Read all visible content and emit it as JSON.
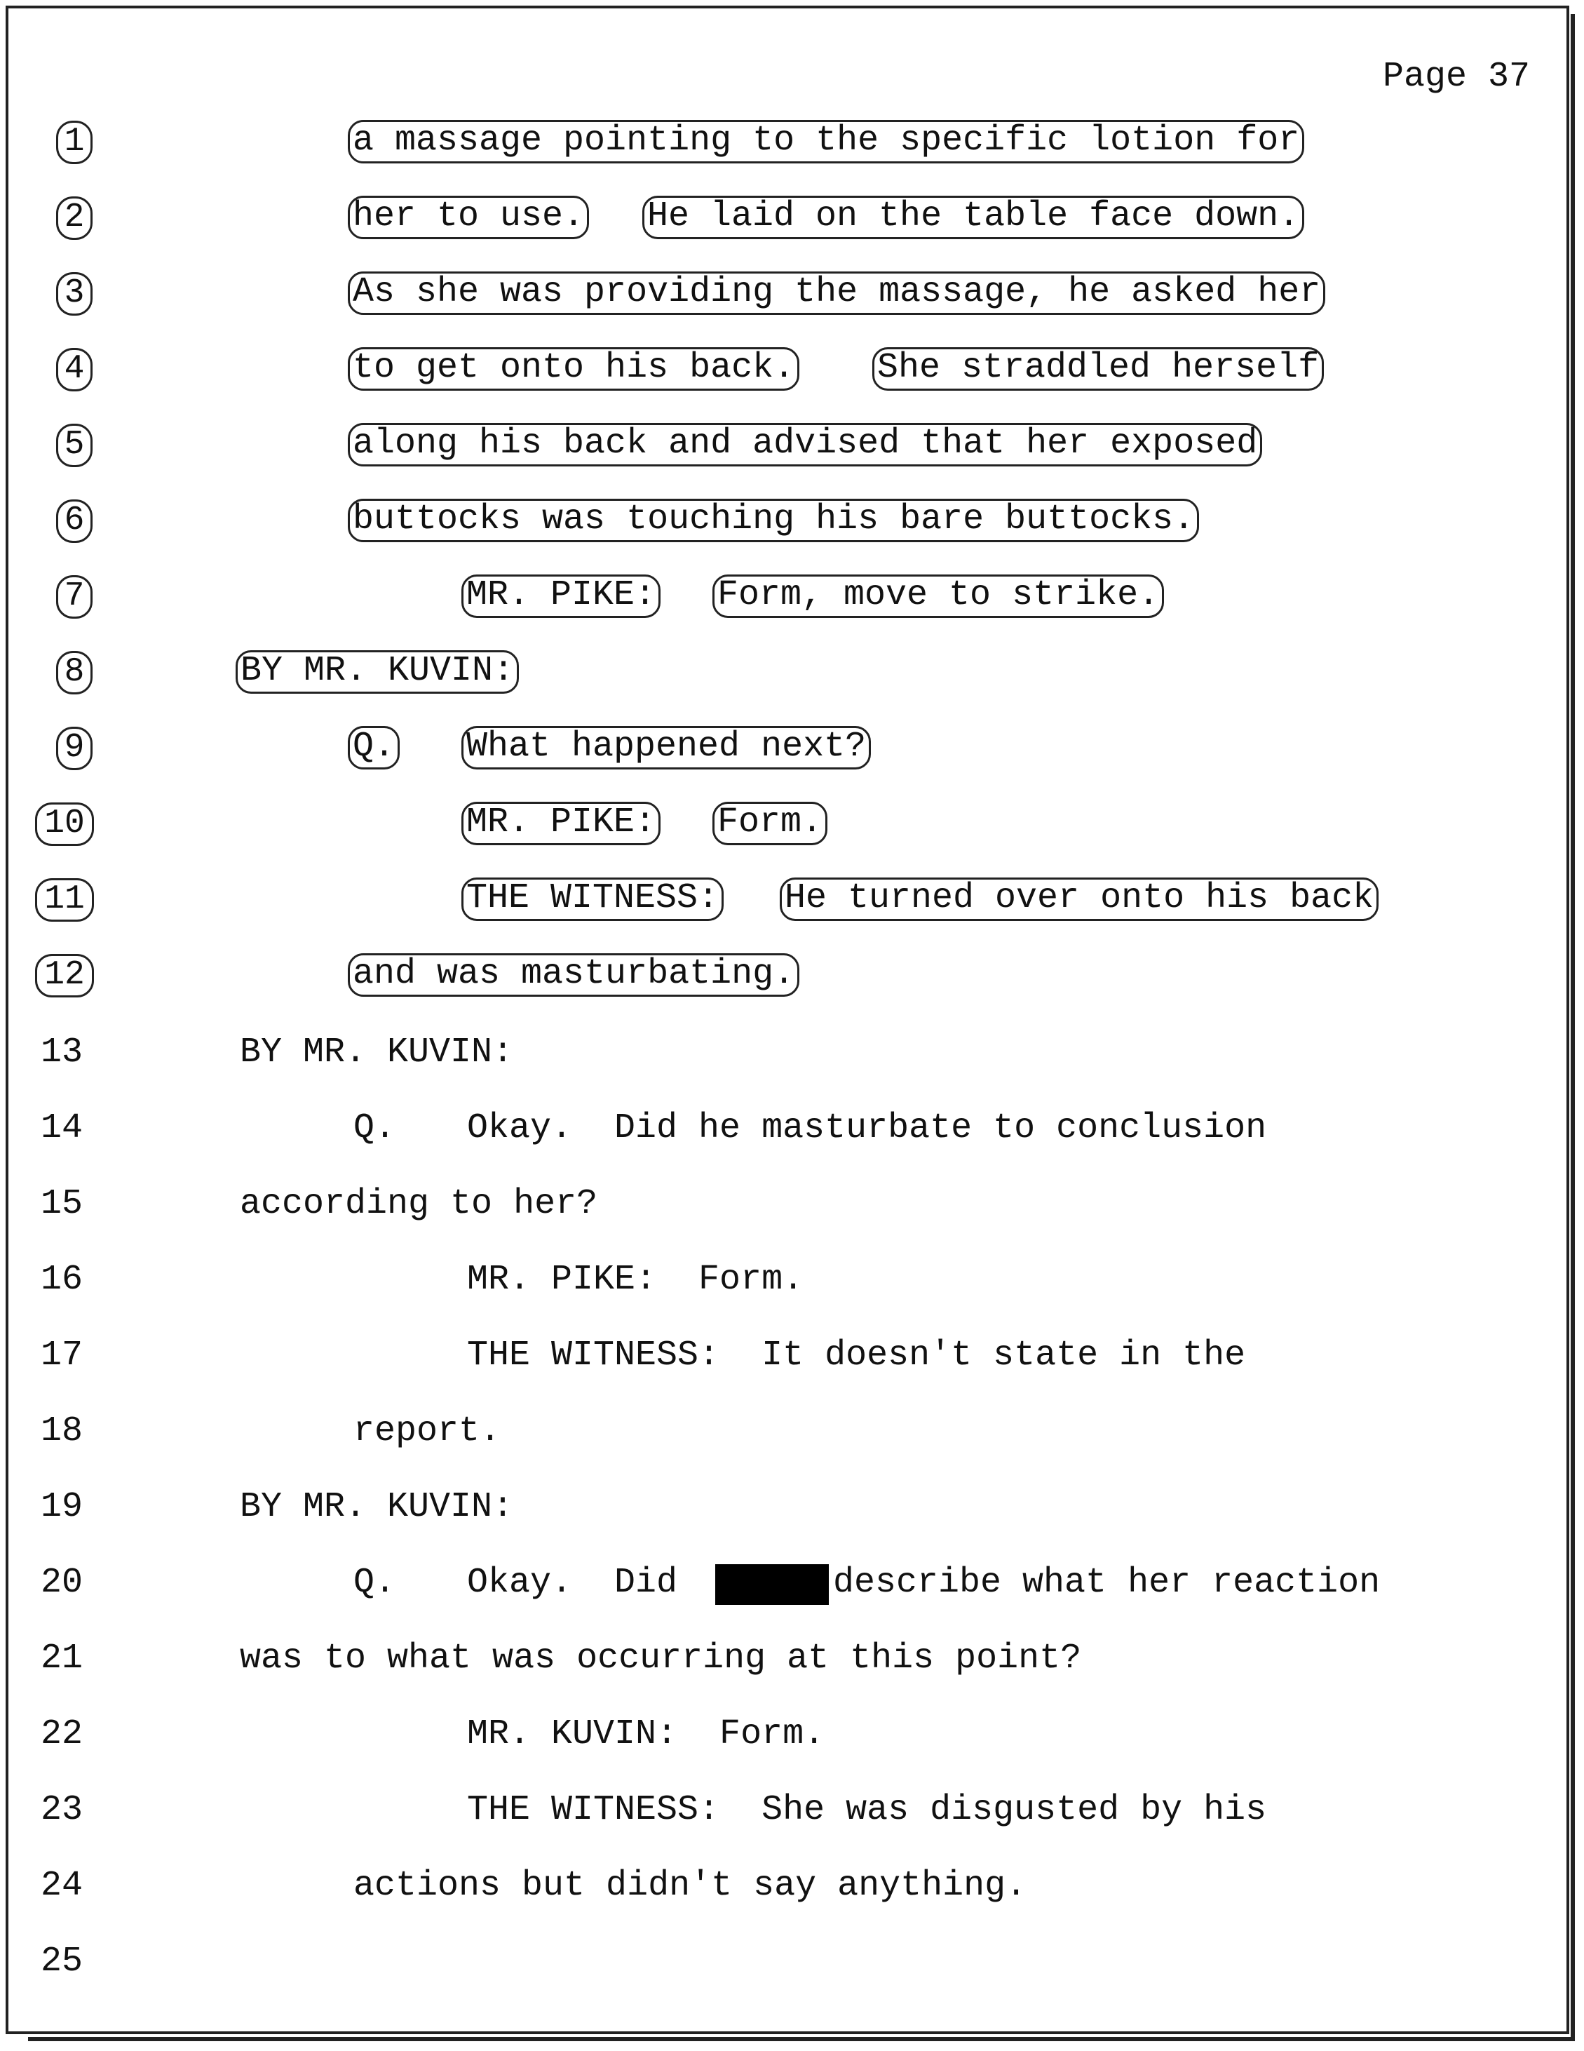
{
  "page": {
    "label": "Page 37"
  },
  "lines": [
    {
      "num": "1",
      "segments": [
        {
          "text": "a massage pointing to the specific lotion for",
          "boxed": true
        }
      ]
    },
    {
      "num": "2",
      "segments": [
        {
          "text": "her to use.",
          "boxed": true
        },
        {
          "text": "He laid on the table face down.",
          "boxed": true
        }
      ]
    },
    {
      "num": "3",
      "segments": [
        {
          "text": "As she was providing the massage, he asked her",
          "boxed": true
        }
      ]
    },
    {
      "num": "4",
      "segments": [
        {
          "text": "to get onto his back.",
          "boxed": true
        },
        {
          "text": "She straddled herself",
          "boxed": true
        }
      ]
    },
    {
      "num": "5",
      "segments": [
        {
          "text": "along his back and advised that her exposed",
          "boxed": true
        }
      ]
    },
    {
      "num": "6",
      "segments": [
        {
          "text": "buttocks was touching his bare buttocks.",
          "boxed": true
        }
      ]
    },
    {
      "num": "7",
      "segments": [
        {
          "text": "MR. PIKE:",
          "boxed": true
        },
        {
          "text": "Form, move to strike.",
          "boxed": true
        }
      ]
    },
    {
      "num": "8",
      "segments": [
        {
          "text": "BY MR. KUVIN:",
          "boxed": true
        }
      ]
    },
    {
      "num": "9",
      "segments": [
        {
          "text": "Q.",
          "boxed": true
        },
        {
          "text": "What happened next?",
          "boxed": true
        }
      ]
    },
    {
      "num": "10",
      "segments": [
        {
          "text": "MR. PIKE:",
          "boxed": true
        },
        {
          "text": "Form.",
          "boxed": true
        }
      ]
    },
    {
      "num": "11",
      "segments": [
        {
          "text": "THE WITNESS:",
          "boxed": true
        },
        {
          "text": "He turned over onto his back",
          "boxed": true
        }
      ]
    },
    {
      "num": "12",
      "segments": [
        {
          "text": "and was masturbating.",
          "boxed": true
        }
      ]
    },
    {
      "num": "13",
      "segments": [
        {
          "text": "BY MR. KUVIN:",
          "boxed": false
        }
      ]
    },
    {
      "num": "14",
      "segments": [
        {
          "text": "Q.",
          "boxed": false
        },
        {
          "text": "Okay.  Did he masturbate to conclusion",
          "boxed": false
        }
      ]
    },
    {
      "num": "15",
      "segments": [
        {
          "text": "according to her?",
          "boxed": false
        }
      ]
    },
    {
      "num": "16",
      "segments": [
        {
          "text": "MR. PIKE:  Form.",
          "boxed": false
        }
      ]
    },
    {
      "num": "17",
      "segments": [
        {
          "text": "THE WITNESS:  It doesn't state in the",
          "boxed": false
        }
      ]
    },
    {
      "num": "18",
      "segments": [
        {
          "text": "report.",
          "boxed": false
        }
      ]
    },
    {
      "num": "19",
      "segments": [
        {
          "text": "BY MR. KUVIN:",
          "boxed": false
        }
      ]
    },
    {
      "num": "20",
      "segments": [
        {
          "text": "Q.",
          "boxed": false
        },
        {
          "text": "Okay.  Did",
          "boxed": false
        },
        {
          "text": "describe what her reaction",
          "boxed": false
        }
      ]
    },
    {
      "num": "21",
      "segments": [
        {
          "text": "was to what was occurring at this point?",
          "boxed": false
        }
      ]
    },
    {
      "num": "22",
      "segments": [
        {
          "text": "MR. KUVIN:  Form.",
          "boxed": false
        }
      ]
    },
    {
      "num": "23",
      "segments": [
        {
          "text": "THE WITNESS:  She was disgusted by his",
          "boxed": false
        }
      ]
    },
    {
      "num": "24",
      "segments": [
        {
          "text": "actions but didn't say anything.",
          "boxed": false
        }
      ]
    },
    {
      "num": "25",
      "segments": []
    }
  ]
}
